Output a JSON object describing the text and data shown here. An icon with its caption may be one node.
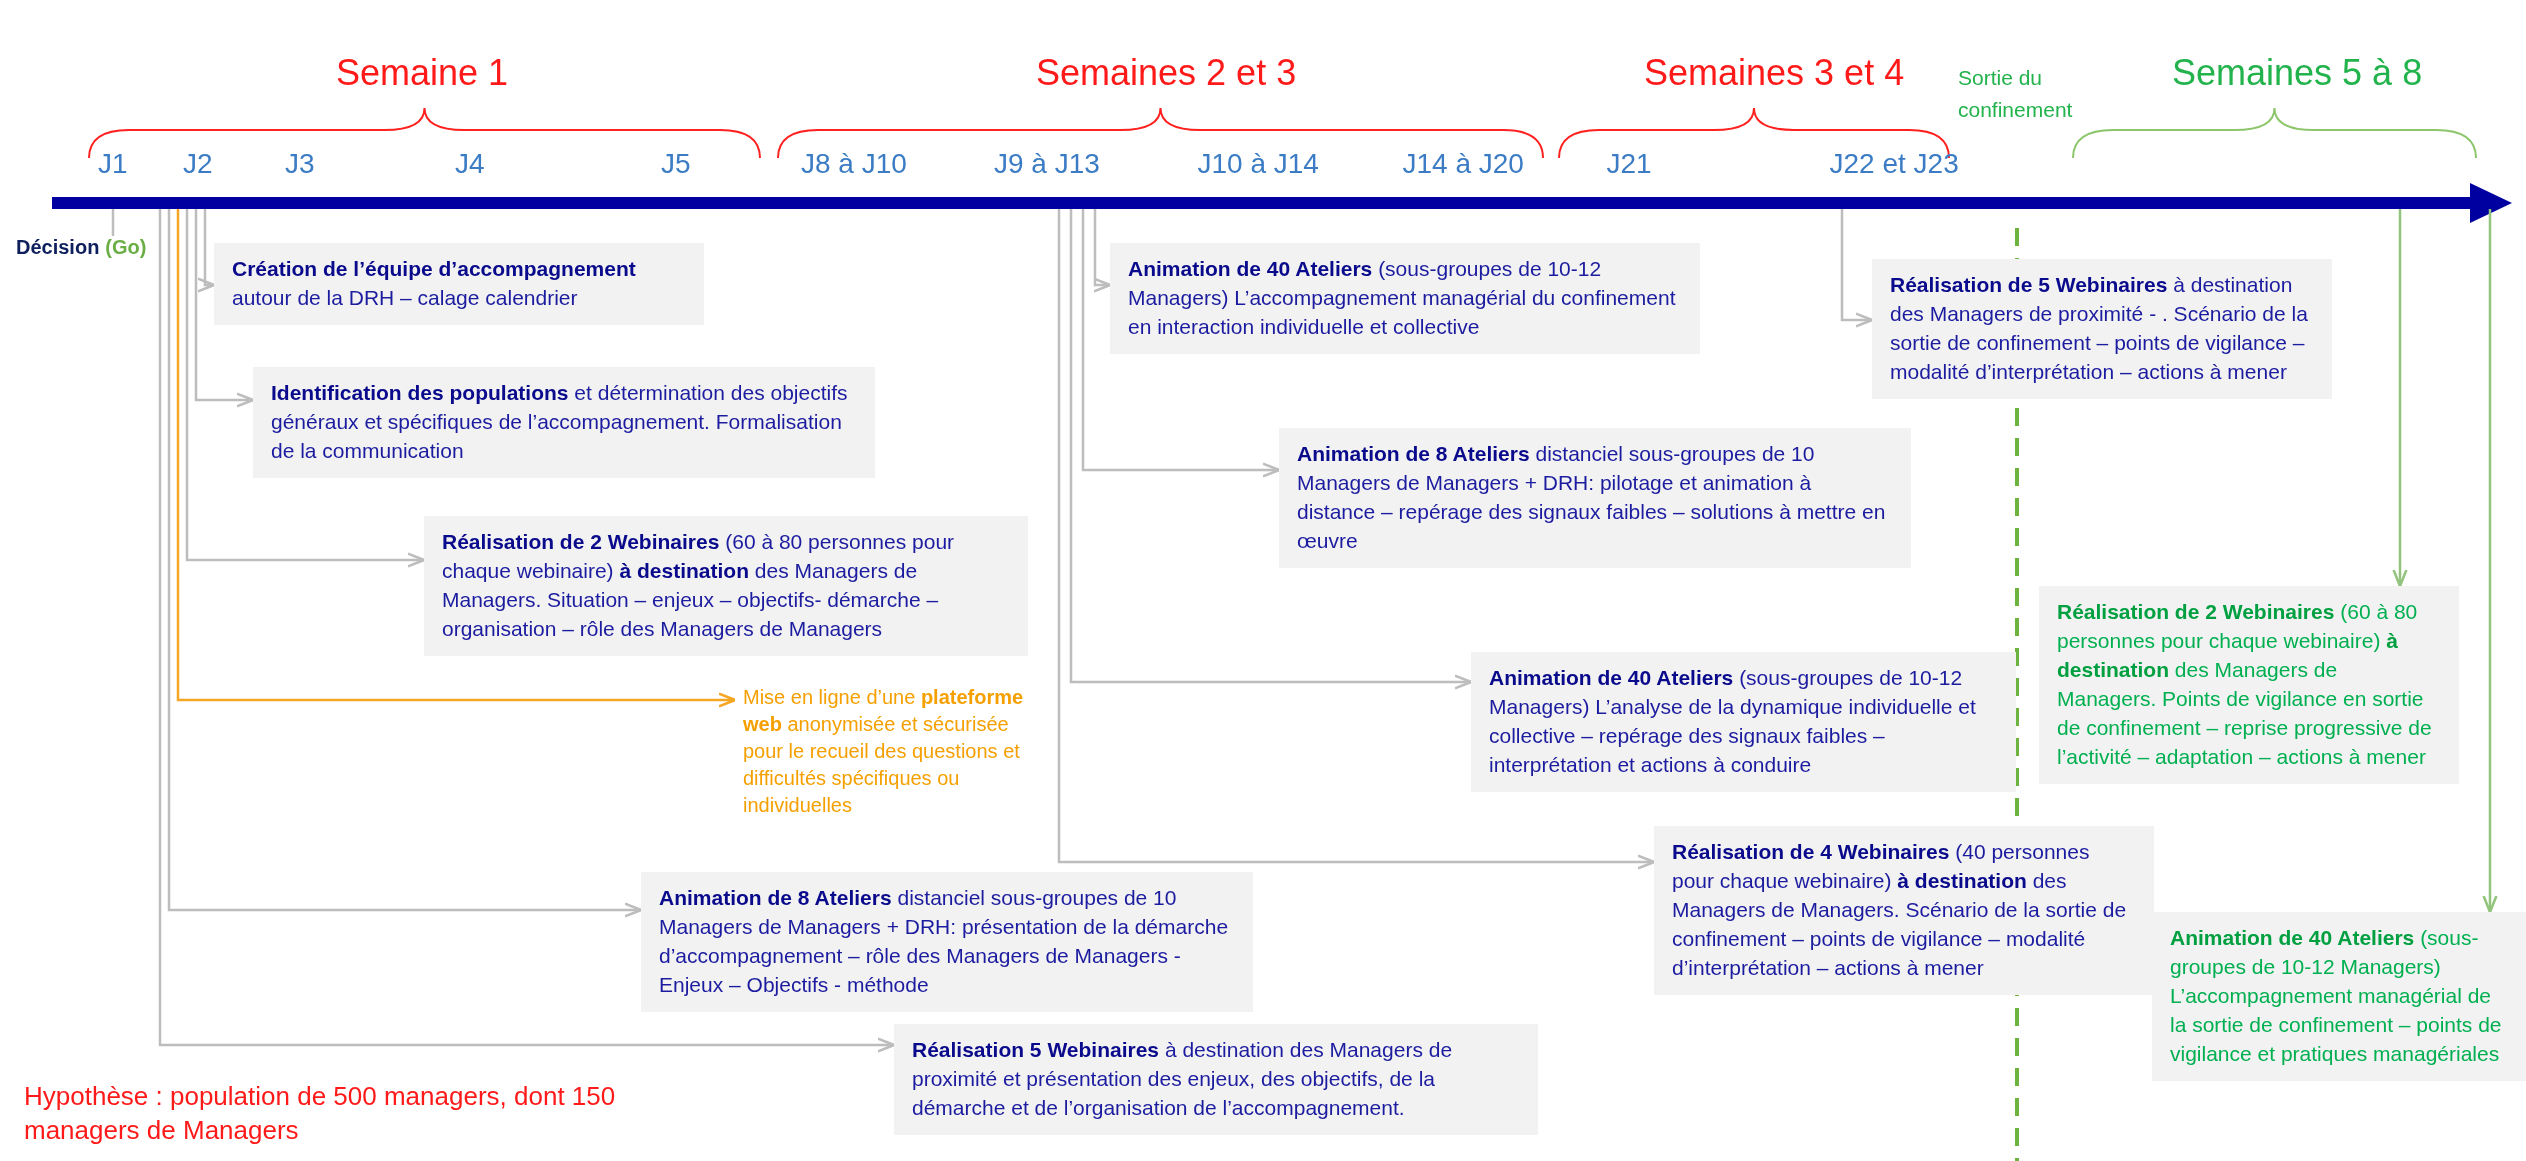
{
  "diagram": {
    "nodes": [
      {
        "text": [],
        "shape": "arrow"
      },
      {
        "text": [
          "Décision",
          "(Go)"
        ]
      },
      {
        "text": [
          "**Création de l’équipe d’accompagnement** autour de la DRH – calage calendrier"
        ]
      },
      {
        "text": [
          "**Identification des populations** et détermination des objectifs généraux et spécifiques de l’accompagnement. Formalisation de la communication"
        ]
      },
      {
        "text": [
          "**Réalisation de 2 Webinaires** (60 à 80 personnes pour chaque webinaire) **à destination** des Managers de Managers. Situation – enjeux – objectifs- démarche – organisation – rôle des Managers de Managers"
        ]
      },
      {
        "text": [
          "Mise en ligne d’une **plateforme web** anonymisée et sécurisée pour le recueil des questions et difficultés spécifiques ou individuelles"
        ]
      },
      {
        "text": [
          "**Animation de 8 Ateliers** distanciel sous-groupes de 10 Managers de Managers + DRH: présentation de la démarche d’accompagnement – rôle des Managers de Managers -Enjeux – Objectifs - méthode"
        ]
      },
      {
        "text": [
          "**Réalisation 5 Webinaires** à destination des Managers de proximité et présentation des enjeux, des objectifs, de la démarche et de l’organisation de l’accompagnement."
        ]
      },
      {
        "text": [
          "**Animation de 40 Ateliers** (sous-groupes de 10-12 Managers) L’accompagnement managérial du confinement en interaction individuelle et collective"
        ]
      },
      {
        "text": [
          "**Animation de 8 Ateliers** distanciel sous-groupes de 10 Managers de Managers + DRH: pilotage et animation à distance – repérage des signaux faibles – solutions à mettre en œuvre"
        ]
      },
      {
        "text": [
          "**Animation de 40 Ateliers** (sous-groupes de 10-12 Managers) L’analyse de la dynamique individuelle et collective – repérage des signaux faibles – interprétation et actions à conduire"
        ]
      },
      {
        "text": [
          "**Réalisation de 4 Webinaires** (40 personnes pour chaque webinaire) **à destination** des Managers de Managers. Scénario de la sortie de confinement – points de vigilance – modalité d’interprétation – actions à mener"
        ]
      },
      {
        "text": [
          "**Réalisation de 5 Webinaires** à destination des Managers de proximité - . Scénario de la sortie de confinement – points de vigilance – modalité d’interprétation – actions à mener"
        ]
      },
      {
        "text": [
          "**Réalisation de 2 Webinaires** (60 à 80 personnes pour chaque webinaire) **à destination** des Managers de Managers. Points de vigilance en sortie de confinement – reprise progressive de l’activité – adaptation – actions à mener"
        ]
      },
      {
        "text": [
          "**Animation de 40 Ateliers** (sous-groupes de 10-12 Managers) L’accompagnement managérial de la sortie de confinement – points de vigilance et pratiques managériales"
        ]
      }
    ],
    "edges": [
      {
        "from": 0,
        "to": 1,
        "arrow": "none"
      },
      {
        "from": 0,
        "to": 2,
        "arrow": "to"
      },
      {
        "from": 0,
        "to": 3,
        "arrow": "to"
      },
      {
        "from": 0,
        "to": 4,
        "arrow": "to"
      },
      {
        "from": 0,
        "to": 5,
        "arrow": "to",
        "color": "#f5a623"
      },
      {
        "from": 0,
        "to": 6,
        "arrow": "to"
      },
      {
        "from": 0,
        "to": 7,
        "arrow": "to"
      },
      {
        "from": 0,
        "to": 8,
        "arrow": "to"
      },
      {
        "from": 0,
        "to": 9,
        "arrow": "to"
      },
      {
        "from": 0,
        "to": 10,
        "arrow": "to"
      },
      {
        "from": 0,
        "to": 11,
        "arrow": "to"
      },
      {
        "from": 0,
        "to": 12,
        "arrow": "to"
      },
      {
        "from": 0,
        "to": 13,
        "arrow": "to",
        "color": "#93c47d"
      },
      {
        "from": 0,
        "to": 14,
        "arrow": "to",
        "color": "#93c47d"
      }
    ],
    "labels": [
      "Semaine 1",
      "Semaines 2 et 3",
      "Semaines 3 et 4",
      "Sortie du confinement",
      "Semaines 5 à 8",
      "J1",
      "J2",
      "J3",
      "J4",
      "J5",
      "J8 à J10",
      "J9 à J13",
      "J10 à J14",
      "J14 à J20",
      "J21",
      "J22 et J23",
      "Hypothèse : population de 500 managers, dont 150 managers de Managers"
    ]
  }
}
